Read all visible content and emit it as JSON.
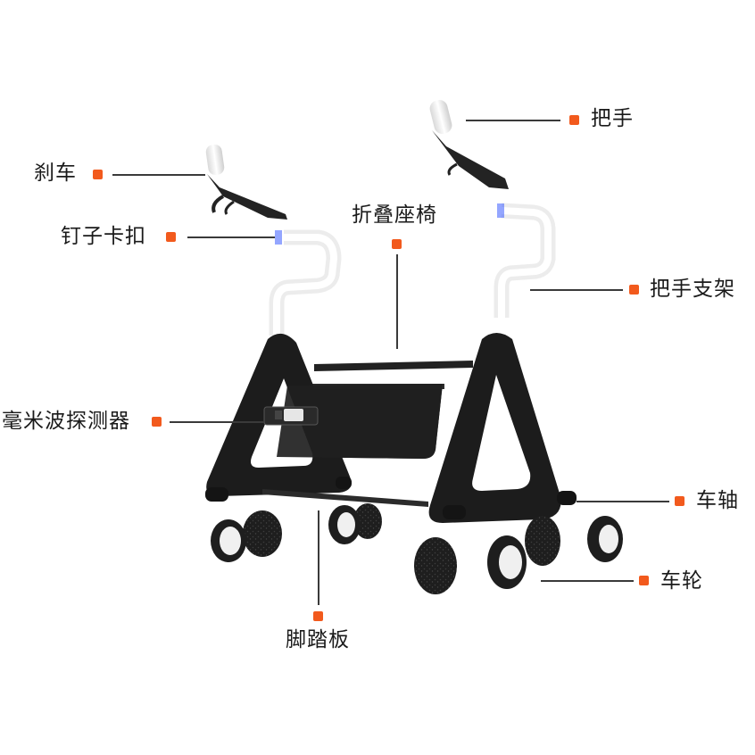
{
  "colors": {
    "accent": "#f25a1d",
    "frame": "#1c1c1c",
    "leader": "#3a3a3a",
    "grip": "#f2f2f2",
    "wheel_face": "#f0f0f0"
  },
  "labels": {
    "brake": "刹车",
    "nail_buckle": "钉子卡扣",
    "handle": "把手",
    "folding_seat": "折叠座椅",
    "handle_bracket": "把手支架",
    "mmwave_detector": "毫米波探测器",
    "axle": "车轴",
    "wheel": "车轮",
    "footrest": "脚踏板"
  }
}
